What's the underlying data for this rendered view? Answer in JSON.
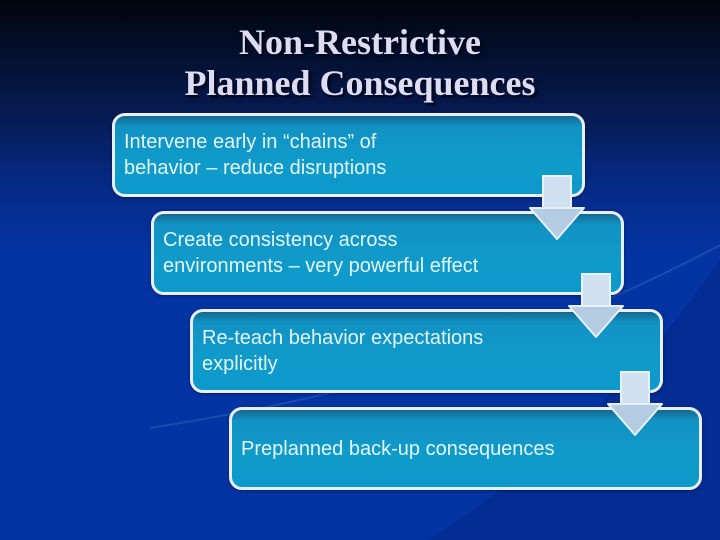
{
  "title": {
    "line1": "Non-Restrictive",
    "line2": "Planned Consequences"
  },
  "steps": [
    {
      "lines": [
        "Intervene early in “chains” of",
        "behavior – reduce disruptions"
      ]
    },
    {
      "lines": [
        "Create consistency across",
        "environments – very powerful effect"
      ]
    },
    {
      "lines": [
        "Re-teach behavior expectations",
        "explicitly"
      ]
    },
    {
      "lines": [
        "Preplanned back-up consequences",
        ""
      ]
    }
  ],
  "icons": [
    {
      "name": "down-arrow-icon",
      "meaning": "flow to next step",
      "count": 3
    }
  ],
  "colors": {
    "background_top": "#01040d",
    "background_bottom": "#0434a3",
    "box_fill": "#0f9bca",
    "box_border": "#e9eff6",
    "box_text": "#e3f5fc",
    "title_text": "#dddcf3",
    "arrow_stem": "#cfe1f0",
    "arrow_head": "#b4cce1"
  }
}
